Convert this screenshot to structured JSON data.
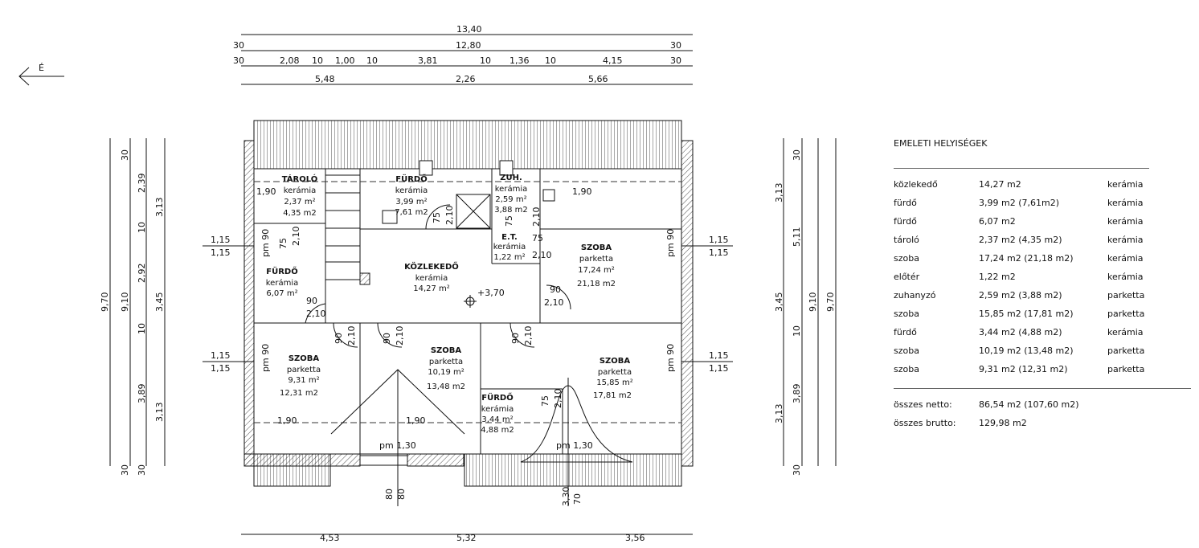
{
  "north_label": "É",
  "top_dims": {
    "row1": [
      "13,40"
    ],
    "row2": [
      "30",
      "12,80",
      "30"
    ],
    "row3": [
      "30",
      "2,08",
      "10",
      "1,00",
      "10",
      "3,81",
      "10",
      "1,36",
      "10",
      "4,15",
      "30"
    ],
    "row4": [
      "5,48",
      "2,26",
      "5,66"
    ]
  },
  "bottom_dims": [
    "4,53",
    "5,32",
    "3,56"
  ],
  "left_dims": {
    "a": [
      "9,70"
    ],
    "b": [
      "30",
      "9,10",
      "30"
    ],
    "c": [
      "2,39",
      "10",
      "2,92",
      "10",
      "3,89",
      "30"
    ],
    "d": [
      "3,13",
      "3,45",
      "3,13"
    ]
  },
  "right_dims": {
    "a": [
      "3,13",
      "3,45",
      "3,13"
    ],
    "b": [
      "30",
      "5,11",
      "10",
      "3,89",
      "30"
    ],
    "c": [
      "9,10"
    ],
    "d": [
      "9,70"
    ]
  },
  "window_dims": [
    "1,15",
    "1,15"
  ],
  "rooms": {
    "tarolo": {
      "name": "TÁROLÓ",
      "floor": "kerámia",
      "area": "2,37 m²",
      "area2": "4,35 m2"
    },
    "furdo1": {
      "name": "FÜRDŐ",
      "floor": "kerámia",
      "area": "3,99 m²",
      "area2": "7,61 m2"
    },
    "zuh": {
      "name": "ZUH.",
      "floor": "kerámia",
      "area": "2,59 m²",
      "area2": "3,88 m2"
    },
    "et": {
      "name": "E.T.",
      "floor": "kerámia",
      "area": "1,22 m²"
    },
    "kozlekedo": {
      "name": "KÖZLEKEDŐ",
      "floor": "kerámia",
      "area": "14,27 m²"
    },
    "furdo2": {
      "name": "FÜRDŐ",
      "floor": "kerámia",
      "area": "6,07 m²"
    },
    "szoba_ne": {
      "name": "SZOBA",
      "floor": "parketta",
      "area": "17,24 m²",
      "area2": "21,18 m2"
    },
    "szoba_sw": {
      "name": "SZOBA",
      "floor": "parketta",
      "area": "9,31 m²",
      "area2": "12,31 m2"
    },
    "szoba_s": {
      "name": "SZOBA",
      "floor": "parketta",
      "area": "10,19 m²",
      "area2": "13,48 m2"
    },
    "szoba_se": {
      "name": "SZOBA",
      "floor": "parketta",
      "area": "15,85 m²",
      "area2": "17,81 m2"
    },
    "furdo3": {
      "name": "FÜRDŐ",
      "floor": "kerámia",
      "area": "3,44 m²",
      "area2": "4,88 m2"
    }
  },
  "plan_labels": {
    "h190": "1,90",
    "level": "+3,70",
    "pm90": "pm 90",
    "pm130": "pm 1,30",
    "d90": "90",
    "d75": "75",
    "d210": "2,10",
    "d80": "80",
    "d330": "3,30",
    "d70": "70"
  },
  "legend": {
    "title": "EMELETI HELYISÉGEK",
    "rows": [
      {
        "name": "közlekedő",
        "area": "14,27 m2",
        "floor": "kerámia"
      },
      {
        "name": "fürdő",
        "area": "3,99 m2 (7,61m2)",
        "floor": "kerámia"
      },
      {
        "name": "fürdő",
        "area": "6,07 m2",
        "floor": "kerámia"
      },
      {
        "name": "tároló",
        "area": "2,37 m2 (4,35 m2)",
        "floor": "kerámia"
      },
      {
        "name": "szoba",
        "area": "17,24 m2 (21,18 m2)",
        "floor": "kerámia"
      },
      {
        "name": "előtér",
        "area": "1,22 m2",
        "floor": "kerámia"
      },
      {
        "name": "zuhanyzó",
        "area": "2,59 m2 (3,88 m2)",
        "floor": "parketta"
      },
      {
        "name": "szoba",
        "area": "15,85 m2 (17,81 m2)",
        "floor": "parketta"
      },
      {
        "name": "fürdő",
        "area": "3,44 m2 (4,88 m2)",
        "floor": "kerámia"
      },
      {
        "name": "szoba",
        "area": "10,19 m2 (13,48 m2)",
        "floor": "parketta"
      },
      {
        "name": "szoba",
        "area": "9,31 m2 (12,31 m2)",
        "floor": "parketta"
      }
    ],
    "totals": [
      {
        "label": "összes netto:",
        "value": "86,54 m2 (107,60 m2)"
      },
      {
        "label": "összes brutto:",
        "value": "129,98 m2"
      }
    ]
  }
}
